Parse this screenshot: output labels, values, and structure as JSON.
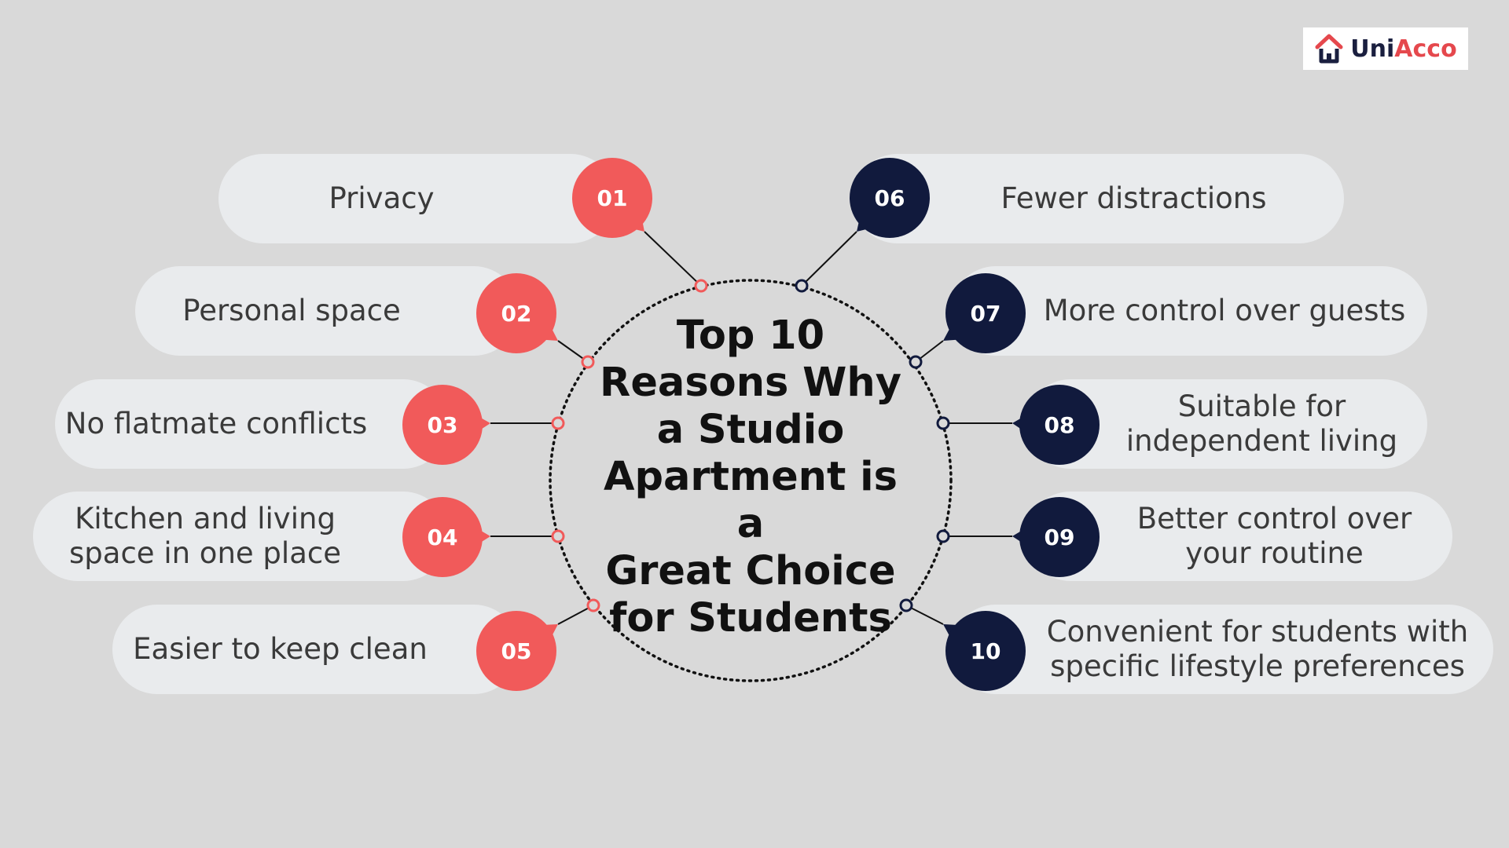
{
  "logo": {
    "uni": "Uni",
    "acco": "Acco",
    "icon": "house-icon"
  },
  "title_lines": [
    "Top 10",
    "Reasons Why",
    "a Studio",
    "Apartment is a",
    "Great Choice",
    "for Students"
  ],
  "colors": {
    "red": "#f15a5a",
    "navy": "#111a3d",
    "pill": "#e9ebed",
    "background": "#d9d9d9"
  },
  "reasons": [
    {
      "num": "01",
      "lines": [
        "Privacy"
      ]
    },
    {
      "num": "02",
      "lines": [
        "Personal space"
      ]
    },
    {
      "num": "03",
      "lines": [
        "No flatmate conflicts"
      ]
    },
    {
      "num": "04",
      "lines": [
        "Kitchen and living",
        "space in one place"
      ]
    },
    {
      "num": "05",
      "lines": [
        "Easier to keep clean"
      ]
    },
    {
      "num": "06",
      "lines": [
        "Fewer distractions"
      ]
    },
    {
      "num": "07",
      "lines": [
        "More control over guests"
      ]
    },
    {
      "num": "08",
      "lines": [
        "Suitable for",
        "independent living"
      ]
    },
    {
      "num": "09",
      "lines": [
        "Better control over",
        "your routine"
      ]
    },
    {
      "num": "10",
      "lines": [
        "Convenient for students with",
        "specific lifestyle preferences"
      ]
    }
  ]
}
